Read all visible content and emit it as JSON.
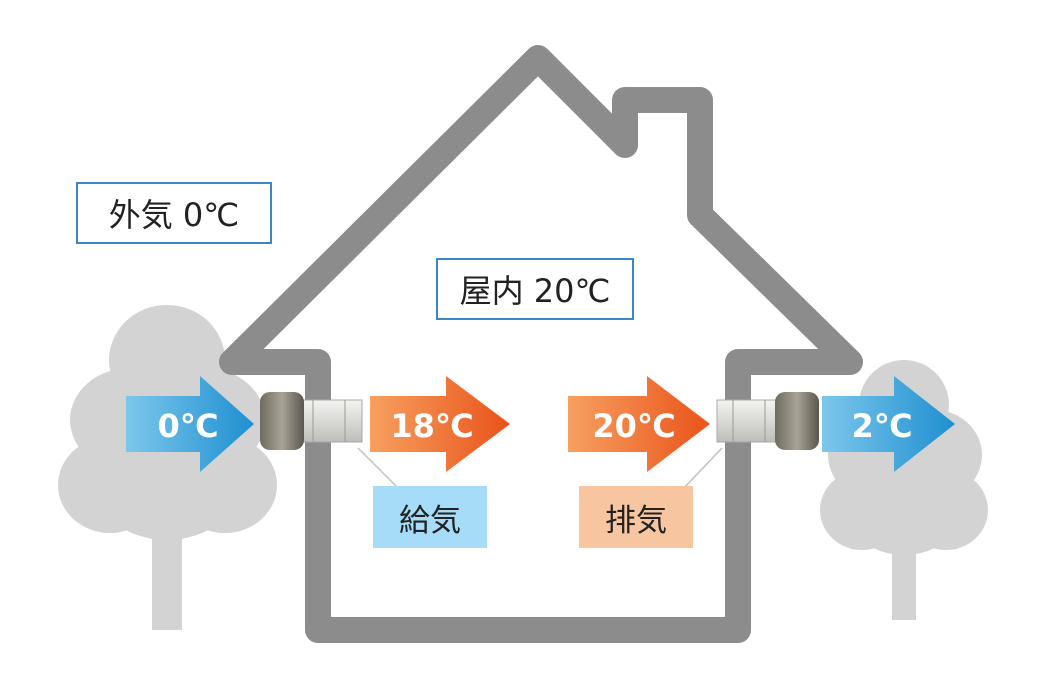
{
  "labels": {
    "outside": "外気 0℃",
    "indoor": "屋内 20℃",
    "supply": "給気",
    "exhaust": "排気"
  },
  "flows": {
    "outside_in_temp": "0℃",
    "supply_temp": "18℃",
    "exhaust_in_temp": "20℃",
    "outside_out_temp": "2℃"
  },
  "colors": {
    "house_outline": "#8c8c8c",
    "tree": "#d3d3d3",
    "cold_arrow": "#3aa2d8",
    "warm_arrow": "#f06a1c",
    "label_border": "#3a86c8",
    "supply_tag_bg": "#a6dcf7",
    "exhaust_tag_bg": "#f7c6a0"
  }
}
